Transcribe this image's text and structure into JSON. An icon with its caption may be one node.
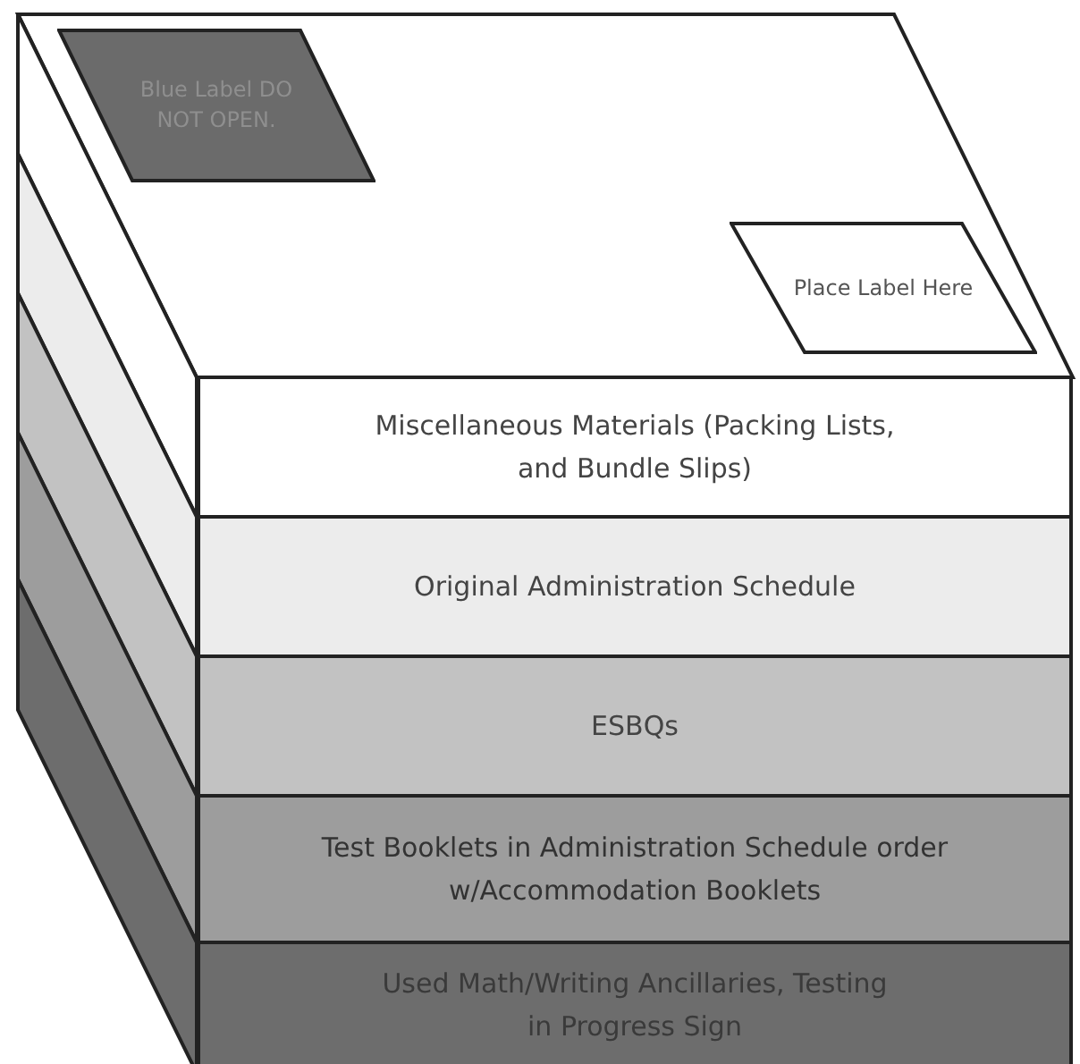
{
  "diagram": {
    "nodes": [
      {
        "text": [
          "Blue Label DO NOT OPEN."
        ]
      },
      {
        "text": [
          "Place Label Here"
        ]
      },
      {
        "text": [
          "Miscellaneous Materials (Packing Lists, and Bundle Slips)"
        ]
      },
      {
        "text": [
          "Original Administration Schedule"
        ]
      },
      {
        "text": [
          "ESBQs"
        ]
      },
      {
        "text": [
          "Test Booklets in Administration Schedule order w/Accommodation Booklets"
        ]
      },
      {
        "text": [
          "Used Math/Writing Ancillaries, Testing in Progress Sign"
        ]
      }
    ]
  }
}
